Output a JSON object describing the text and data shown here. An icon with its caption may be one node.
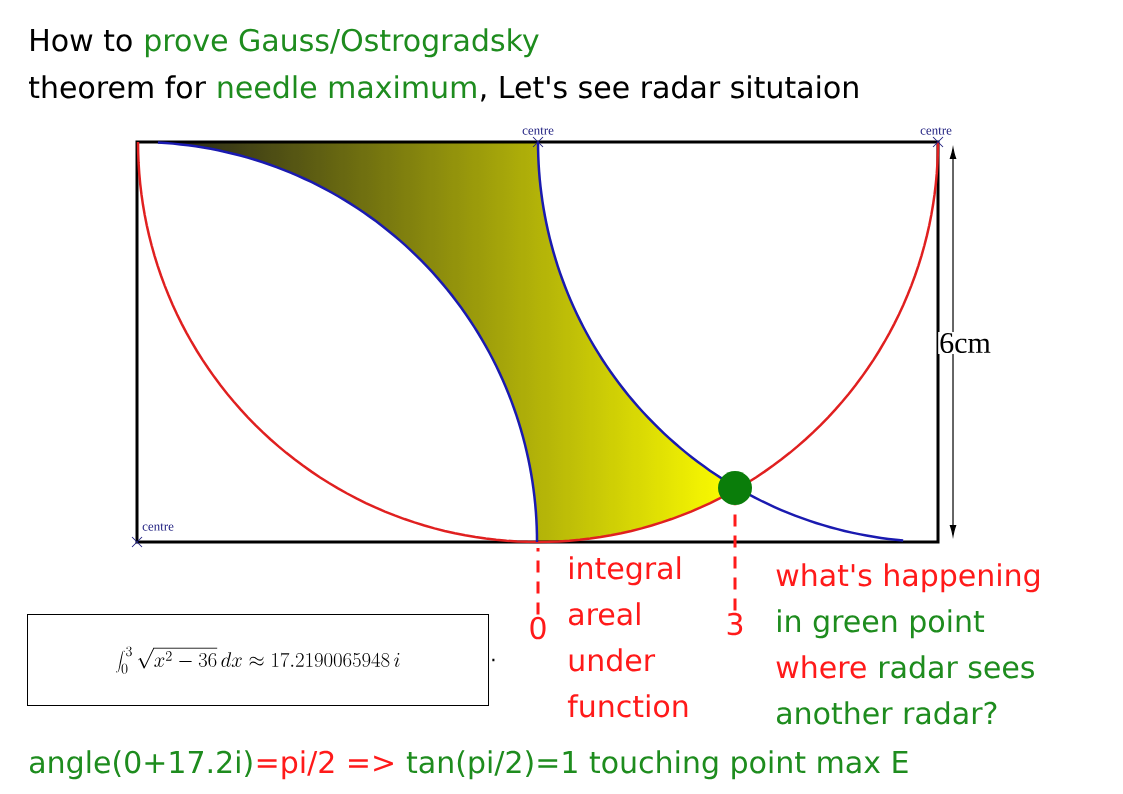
{
  "diagram": {
    "nodes": [
      {
        "text": [
          "0"
        ]
      },
      {
        "text": [
          "3"
        ]
      },
      {
        "text": [],
        "shape": "circle"
      }
    ],
    "edges": [
      {
        "from": 0,
        "to": null,
        "arrow": "none",
        "style": "dashed"
      },
      {
        "from": 1,
        "to": 2,
        "arrow": "none",
        "style": "dashed"
      }
    ],
    "labels": [
      "How to",
      "prove Gauss/Ostrogradsky",
      "theorem for",
      "needle maximum",
      ", Let's see radar situtaion",
      "centre",
      "centre",
      "centre",
      "6cm",
      "integral areal under function",
      "what's happening",
      "in green point",
      "where",
      "radar sees",
      "another radar?",
      "\\int_0^3 \\sqrt{x^2-36}\\,dx \\approx 17.2190065948\\,i",
      ".",
      "angle(0+17.2i)",
      "=pi/2 =>",
      "tan(pi/2)=1 touching point max E"
    ]
  }
}
